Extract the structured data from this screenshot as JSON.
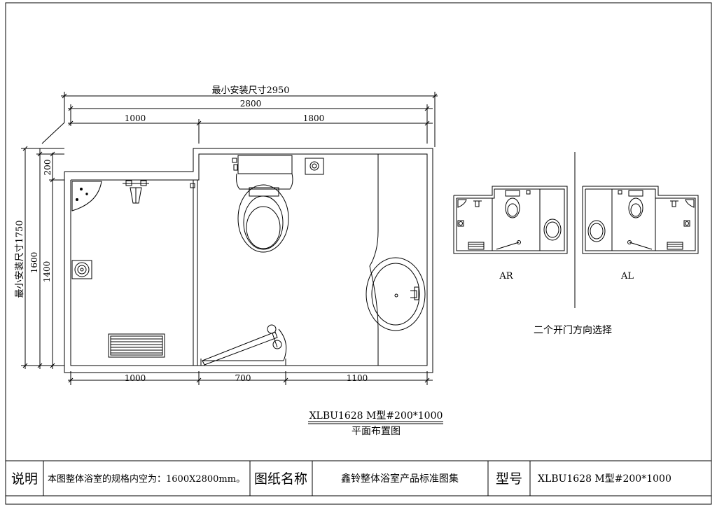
{
  "dimensions": {
    "min_install_width": "最小安装尺寸2950",
    "total_width": "2800",
    "top_left": "1000",
    "top_right": "1800",
    "bottom_1": "1000",
    "bottom_2": "700",
    "bottom_3": "1100",
    "left_200": "200",
    "left_1400": "1400",
    "left_1600": "1600",
    "min_install_height": "最小安装尺寸1750"
  },
  "variants": {
    "ar": "AR",
    "al": "AL",
    "caption": "二个开门方向选择"
  },
  "drawing": {
    "model": "XLBU1628  M型#200*1000",
    "title": "平面布置图"
  },
  "title_block": {
    "note_label": "说明",
    "note_text": "本图整体浴室的规格内空为：1600X2800mm。",
    "drawing_name_label": "图纸名称",
    "drawing_name": "鑫铃整体浴室产品标准图集",
    "model_label": "型号",
    "model_value": "XLBU1628  M型#200*1000"
  }
}
